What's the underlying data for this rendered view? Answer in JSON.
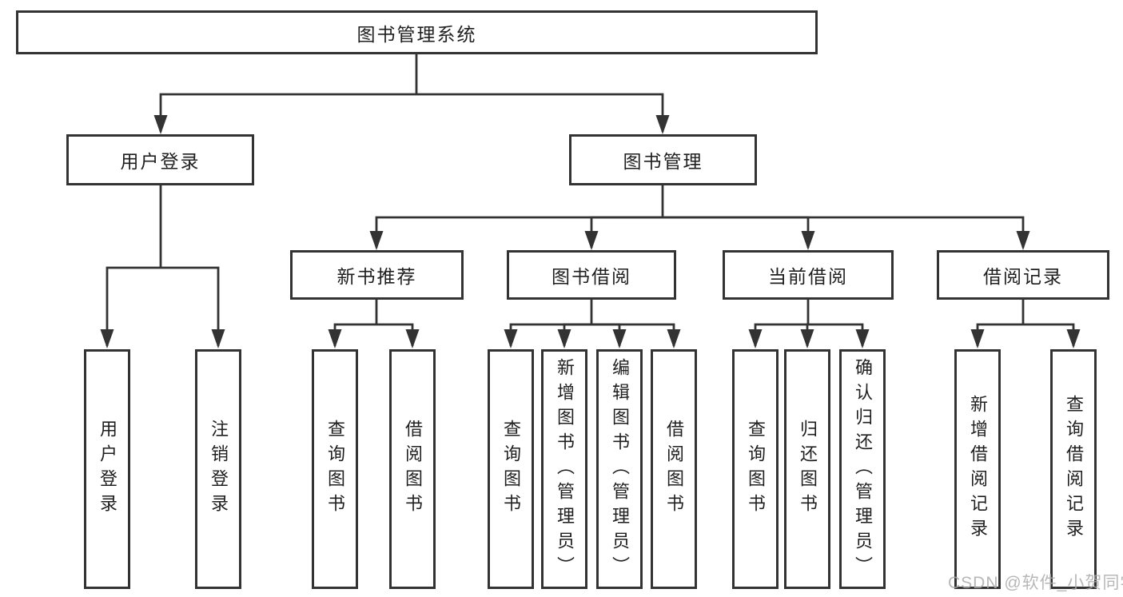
{
  "diagram_type": "tree",
  "colors": {
    "line": "#333333",
    "box_border": "#333333",
    "text": "#1f1f1f",
    "background": "#ffffff",
    "watermark": "#ababab"
  },
  "watermark": {
    "text": "CSDN @软件_小贺同学"
  },
  "tree": {
    "label": "图书管理系统",
    "children": [
      {
        "label": "用户登录",
        "children": [
          {
            "label": "用户登录"
          },
          {
            "label": "注销登录"
          }
        ]
      },
      {
        "label": "图书管理",
        "children": [
          {
            "label": "新书推荐",
            "children": [
              {
                "label": "查询图书"
              },
              {
                "label": "借阅图书"
              }
            ]
          },
          {
            "label": "图书借阅",
            "children": [
              {
                "label": "查询图书"
              },
              {
                "label": "新增图书（管理员）"
              },
              {
                "label": "编辑图书（管理员）"
              },
              {
                "label": "借阅图书"
              }
            ]
          },
          {
            "label": "当前借阅",
            "children": [
              {
                "label": "查询图书"
              },
              {
                "label": "归还图书"
              },
              {
                "label": "确认归还（管理员）"
              }
            ]
          },
          {
            "label": "借阅记录",
            "children": [
              {
                "label": "新增借阅记录"
              },
              {
                "label": "查询借阅记录"
              }
            ]
          }
        ]
      }
    ]
  }
}
